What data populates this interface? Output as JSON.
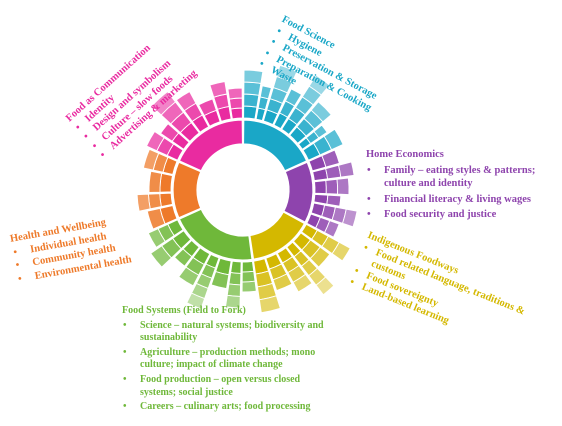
{
  "colors": {
    "food_science": "#1aa7c7",
    "home_economics": "#8e44ad",
    "indigenous": "#d4b800",
    "food_systems": "#6fb83a",
    "health": "#ee7a2a",
    "communication": "#e92ba0"
  },
  "bullet_glyph": "•",
  "food_science": {
    "title": "Food Science",
    "items": [
      "Hygiene",
      "Preservation & Storage",
      "Preparation & Cooking",
      "Waste"
    ]
  },
  "home_economics": {
    "title": "Home Economics",
    "items": [
      "Family – eating styles & patterns; culture and identity",
      "Financial literacy & living wages",
      "Food security and justice"
    ]
  },
  "indigenous": {
    "title": "Indigenous Foodways",
    "items": [
      "Food related language, traditions & customs",
      "Food sovereignty",
      "Land-based learning"
    ]
  },
  "food_systems": {
    "title": "Food Systems (Field to Fork)",
    "items": [
      "Science – natural systems; biodiversity and sustainability",
      "Agriculture – production methods; mono culture; impact of climate change",
      "Food production – open versus closed systems; social justice",
      "Careers – culinary arts; food processing"
    ]
  },
  "health": {
    "title": "Health and Wellbeing",
    "items": [
      "Individual health",
      "Community health",
      "Environmental health"
    ]
  },
  "communication": {
    "title": "Food as Communication",
    "items": [
      "Identity",
      "Design and symbolism",
      "Culture – slow foods",
      "Advertising & marketing"
    ]
  }
}
